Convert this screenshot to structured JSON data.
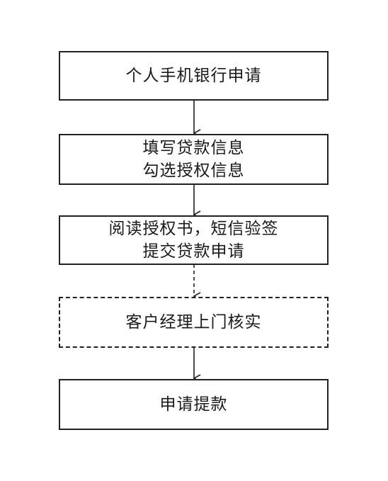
{
  "steps": [
    {
      "lines": [
        "个人手机银行申请"
      ],
      "style": "solid"
    },
    {
      "lines": [
        "填写贷款信息",
        "勾选授权信息"
      ],
      "style": "solid"
    },
    {
      "lines": [
        "阅读授权书，短信验签",
        "提交贷款申请"
      ],
      "style": "solid"
    },
    {
      "lines": [
        "客户经理上门核实"
      ],
      "style": "dashed"
    },
    {
      "lines": [
        "申请提款"
      ],
      "style": "solid"
    }
  ],
  "connectors": [
    {
      "from": 0,
      "to": 1,
      "style": "solid"
    },
    {
      "from": 1,
      "to": 2,
      "style": "solid"
    },
    {
      "from": 2,
      "to": 3,
      "style": "dashed"
    },
    {
      "from": 3,
      "to": 4,
      "style": "solid"
    }
  ],
  "colors": {
    "stroke": "#222222",
    "text": "#1a1a1a",
    "background": "#ffffff"
  }
}
